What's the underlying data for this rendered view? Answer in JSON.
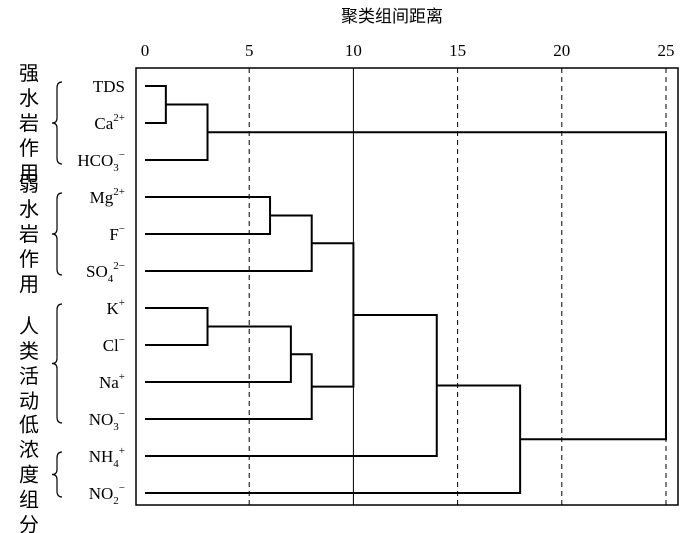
{
  "chart_data": {
    "type": "dendrogram",
    "title": "聚类组间距离",
    "xlim": [
      0,
      25
    ],
    "x_ticks": [
      "0",
      "5",
      "10",
      "15",
      "20",
      "25"
    ],
    "dashed_gridlines_at": [
      5,
      15,
      20,
      25
    ],
    "solid_gridlines_at": [
      10
    ],
    "leaves": [
      {
        "id": "TDS",
        "base": "TDS",
        "sup": "",
        "sub": ""
      },
      {
        "id": "Ca",
        "base": "Ca",
        "sup": "2+",
        "sub": ""
      },
      {
        "id": "HCO3",
        "base": "HCO",
        "sub": "3",
        "sup": "−"
      },
      {
        "id": "Mg",
        "base": "Mg",
        "sup": "2+",
        "sub": ""
      },
      {
        "id": "F",
        "base": "F",
        "sup": "−",
        "sub": ""
      },
      {
        "id": "SO4",
        "base": "SO",
        "sub": "4",
        "sup": "2−"
      },
      {
        "id": "K",
        "base": "K",
        "sup": "+",
        "sub": ""
      },
      {
        "id": "Cl",
        "base": "Cl",
        "sup": "−",
        "sub": ""
      },
      {
        "id": "Na",
        "base": "Na",
        "sup": "+",
        "sub": ""
      },
      {
        "id": "NO3",
        "base": "NO",
        "sub": "3",
        "sup": "−"
      },
      {
        "id": "NH4",
        "base": "NH",
        "sub": "4",
        "sup": "+"
      },
      {
        "id": "NO2",
        "base": "NO",
        "sub": "2",
        "sup": "−"
      }
    ],
    "merges": [
      {
        "id": "m1",
        "children": [
          "TDS",
          "Ca"
        ],
        "distance": 1.0
      },
      {
        "id": "m2",
        "children": [
          "m1",
          "HCO3"
        ],
        "distance": 3.0
      },
      {
        "id": "m3",
        "children": [
          "K",
          "Cl"
        ],
        "distance": 3.0
      },
      {
        "id": "m4",
        "children": [
          "Mg",
          "F"
        ],
        "distance": 6.0
      },
      {
        "id": "m5",
        "children": [
          "m3",
          "Na"
        ],
        "distance": 7.0
      },
      {
        "id": "m6",
        "children": [
          "m4",
          "SO4"
        ],
        "distance": 8.0
      },
      {
        "id": "m7",
        "children": [
          "m5",
          "NO3"
        ],
        "distance": 8.0
      },
      {
        "id": "m8",
        "children": [
          "m6",
          "m7"
        ],
        "distance": 10.0
      },
      {
        "id": "m9",
        "children": [
          "m8",
          "NH4"
        ],
        "distance": 14.0
      },
      {
        "id": "m10",
        "children": [
          "m9",
          "NO2"
        ],
        "distance": 18.0
      },
      {
        "id": "m11",
        "children": [
          "m2",
          "m10"
        ],
        "distance": 25.0
      }
    ],
    "groups": [
      {
        "label": "强水岩作用",
        "first_leaf": 0,
        "last_leaf": 2
      },
      {
        "label": "弱水岩作用",
        "first_leaf": 3,
        "last_leaf": 5
      },
      {
        "label": "人类活动",
        "first_leaf": 6,
        "last_leaf": 9
      },
      {
        "label": "低浓度组分",
        "first_leaf": 10,
        "last_leaf": 11
      }
    ]
  }
}
